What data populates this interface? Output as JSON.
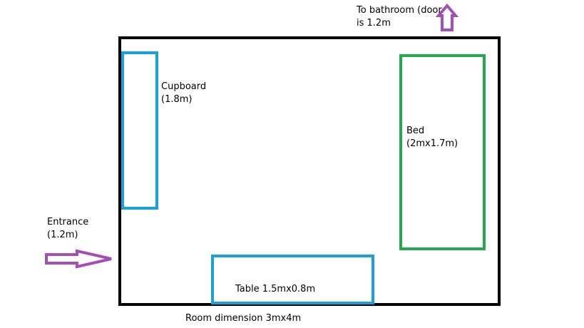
{
  "labels": {
    "bathroom": [
      "To bathroom (door",
      "is 1.2m"
    ],
    "cupboard": [
      "Cupboard",
      "(1.8m)"
    ],
    "bed": [
      "Bed",
      "(2mx1.7m)"
    ],
    "entrance": [
      "Entrance",
      "(1.2m)"
    ],
    "table": "Table 1.5mx0.8m",
    "room": "Room dimension 3mx4m"
  },
  "colors": {
    "room_outline": "#000000",
    "furniture_blue": "#1aa0e0",
    "bed_green": "#22aa4c",
    "arrow_purple": "#a44fb6"
  },
  "icons": {
    "entrance": "arrow-right-icon",
    "bathroom": "arrow-up-icon"
  }
}
